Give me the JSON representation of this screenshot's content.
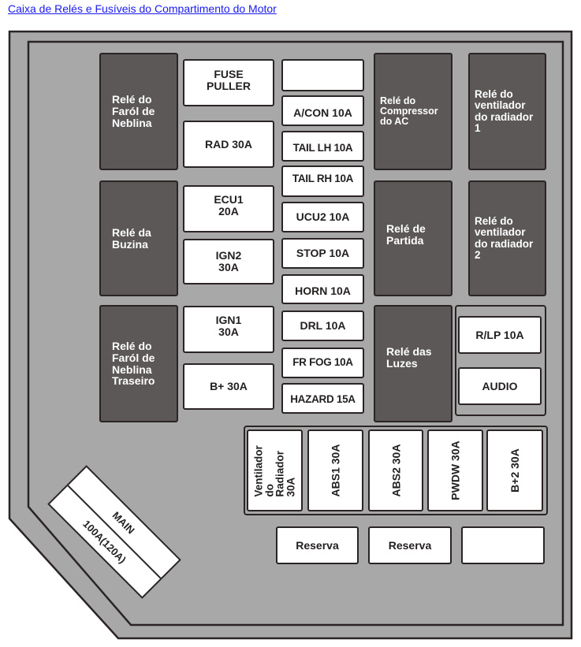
{
  "title_link": "Caixa de Relés e Fusíveis do Compartimento do Motor",
  "colors": {
    "background": "#a8a8a8",
    "relay_fill": "#5d5858",
    "fuse_fill": "#ffffff",
    "outline": "#2b2424",
    "link": "#1a1aee"
  },
  "relays": {
    "fog_front": "Relé do\nFaról de\nNeblina",
    "horn": "Relé da\nBuzina",
    "fog_rear": "Relé do\nFaról de\nNeblina\nTraseiro",
    "ac_compressor": "Relé do\nCompressor\ndo AC",
    "starter": "Relé de\nPartida",
    "lights": "Relé das\nLuzes",
    "radiator_fan_1": "Relé do\nventilador\ndo radiador\n1",
    "radiator_fan_2": "Relé do\nventilador\ndo radiador\n2"
  },
  "fuses_col2": {
    "fuse_puller": "FUSE\nPULLER",
    "rad": "RAD 30A",
    "ecu1": "ECU1\n20A",
    "ign2": "IGN2\n30A",
    "ign1": "IGN1\n30A",
    "bplus": "B+ 30A"
  },
  "fuses_col3": {
    "blank": "",
    "acon": "A/CON 10A",
    "tail_lh": "TAIL LH 10A",
    "tail_rh": "TAIL RH 10A",
    "ucu2": "UCU2 10A",
    "stop": "STOP 10A",
    "horn": "HORN 10A",
    "drl": "DRL 10A",
    "fr_fog": "FR FOG 10A",
    "hazard": "HAZARD 15A"
  },
  "fuses_right": {
    "rlp": "R/LP 10A",
    "audio": "AUDIO"
  },
  "fuses_bottom": {
    "radiator_fan": "Ventilador\ndo Radiador\n30A",
    "abs1": "ABS1 30A",
    "abs2": "ABS2 30A",
    "pwdw": "PWDW 30A",
    "bplus2": "B+2 30A"
  },
  "spares": {
    "spare1": "Reserva",
    "spare2": "Reserva",
    "spare3": ""
  },
  "main_fuse": {
    "label": "MAIN",
    "rating": "100A(120A)"
  }
}
